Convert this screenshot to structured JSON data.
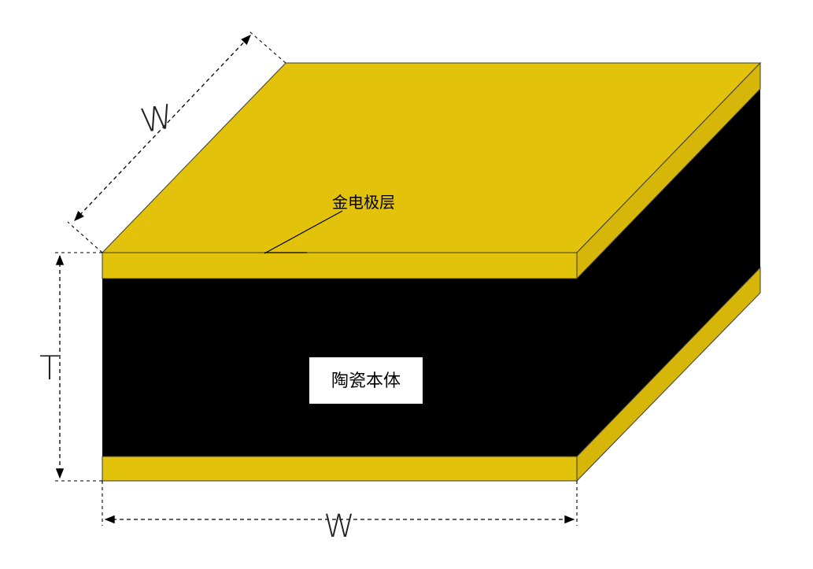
{
  "labels": {
    "width_top": "W",
    "width_bottom": "W",
    "thickness": "T",
    "electrode_layer": "金电极层",
    "ceramic_body": "陶瓷本体"
  },
  "colors": {
    "gold": "#e2c20a",
    "gold_dark": "#cfae00",
    "ceramic": "#000000",
    "background": "#ffffff"
  }
}
